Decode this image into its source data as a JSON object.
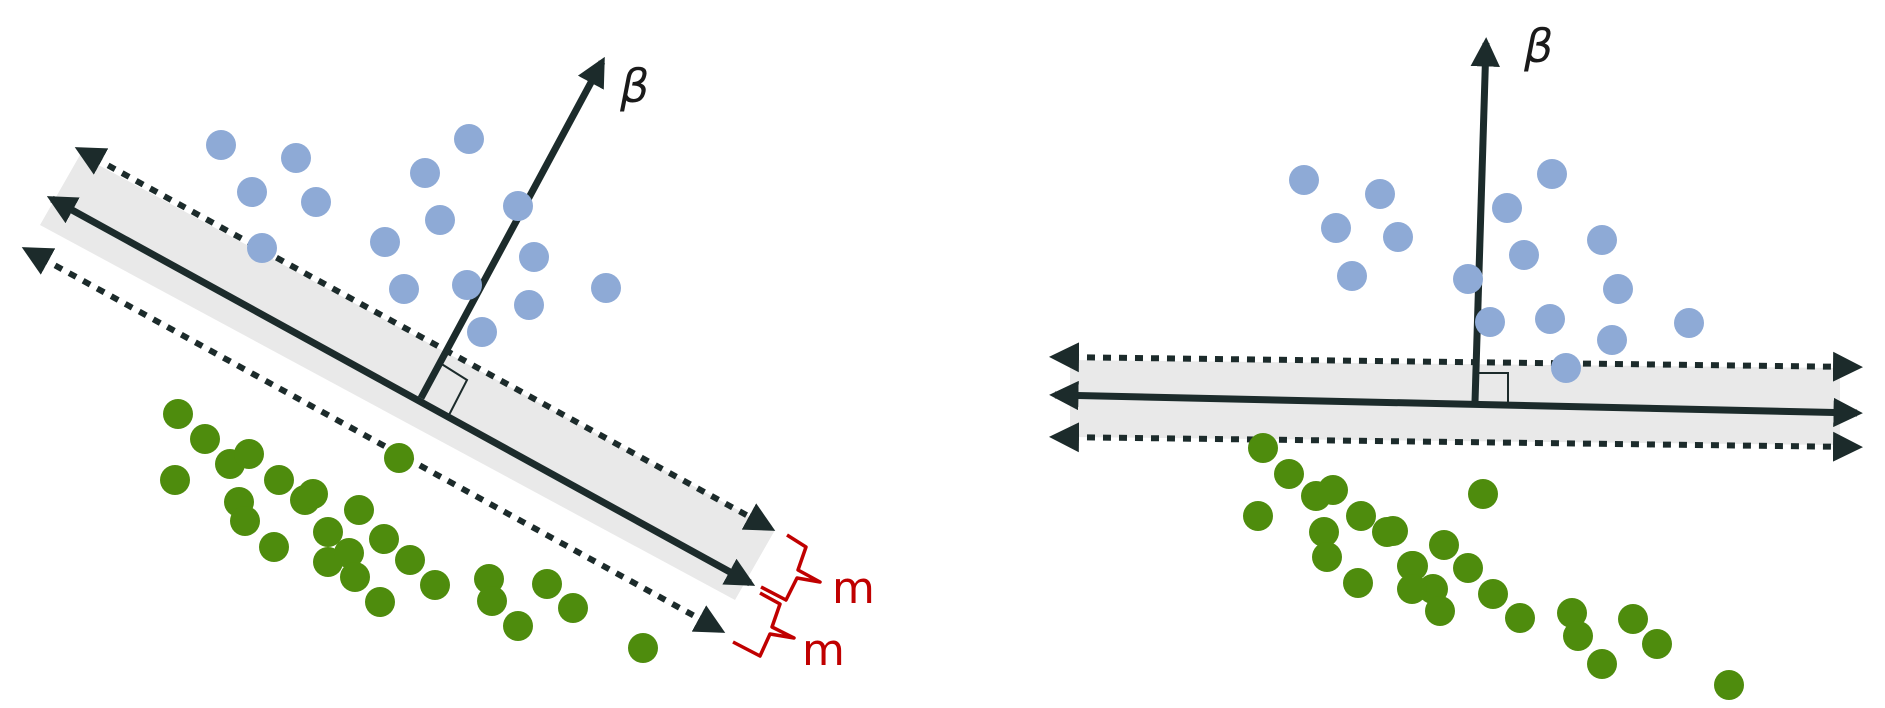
{
  "colors": {
    "class_a": "#8eaad6",
    "class_b": "#4e8c0d",
    "line": "#1c2b2b",
    "margin_band": "#e9e9e9",
    "margin_bracket": "#c00000"
  },
  "left_panel": {
    "normal_label": "β",
    "margin_labels": [
      "m",
      "m"
    ]
  },
  "right_panel": {
    "normal_label": "β"
  }
}
